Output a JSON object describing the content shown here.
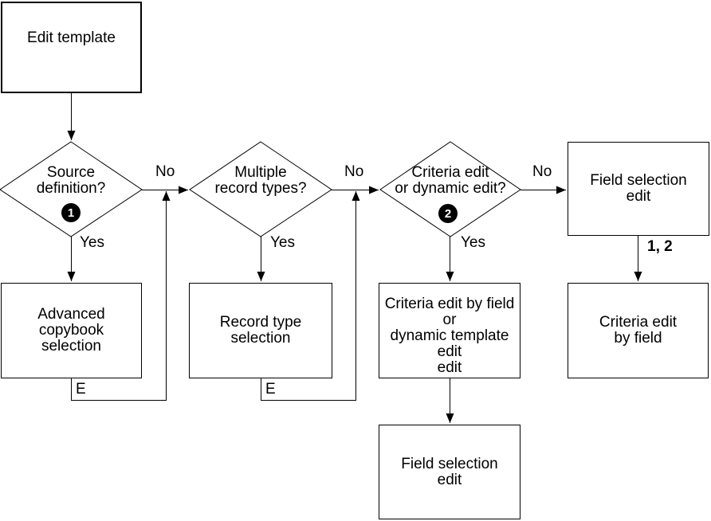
{
  "diagram": {
    "kind": "flowchart",
    "colors": {
      "ink": "#000000",
      "paper": "#ffffff",
      "badge_bg": "#000000",
      "badge_fg": "#ffffff"
    }
  },
  "nodes": {
    "edit_template": {
      "label": "Edit template"
    },
    "source_definition": {
      "label": "Source\ndefinition?",
      "badge": "1"
    },
    "multiple_record_types": {
      "label": "Multiple\nrecord types?"
    },
    "criteria_or_dynamic_edit": {
      "label": "Criteria edit\nor dynamic edit?",
      "badge": "2"
    },
    "field_selection_edit_top": {
      "label": "Field selection\nedit"
    },
    "advanced_copybook_selection": {
      "label": "Advanced\ncopybook\nselection"
    },
    "record_type_selection": {
      "label": "Record type\nselection"
    },
    "criteria_edit_by_field_or_dynamic": {
      "label": "Criteria edit by field\nor\ndynamic template edit\nedit"
    },
    "criteria_edit_by_field": {
      "label": "Criteria edit\nby field"
    },
    "field_selection_edit_bottom": {
      "label": "Field selection\nedit"
    }
  },
  "edge_labels": {
    "no_1": "No",
    "no_2": "No",
    "no_3": "No",
    "yes_1": "Yes",
    "yes_2": "Yes",
    "yes_3": "Yes",
    "exit_1": "E",
    "exit_2": "E",
    "one_two": "1, 2"
  }
}
